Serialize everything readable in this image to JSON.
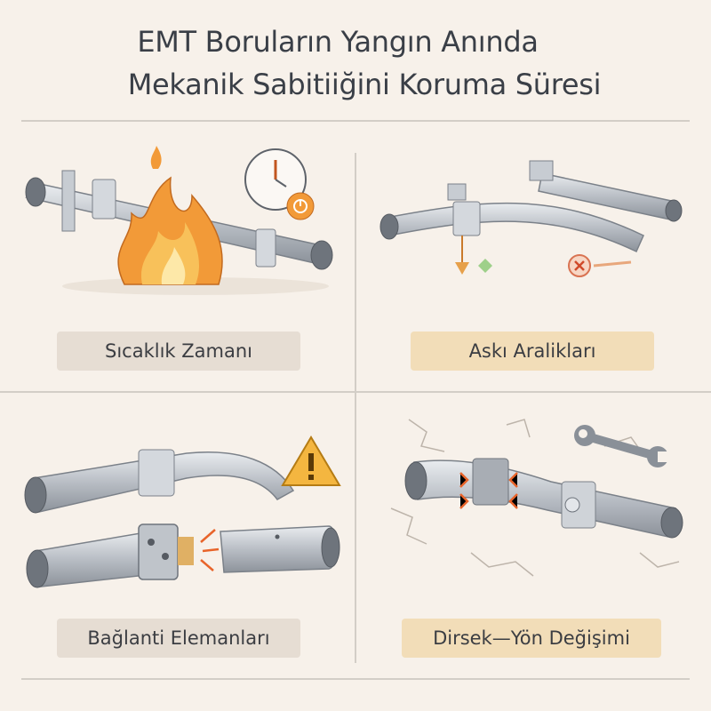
{
  "title": {
    "line1": "EMT Boruların Yangın Anında",
    "line2": "Mekanik Sabitiiğini Koruma Süresi"
  },
  "panels": [
    {
      "label": "Sıcaklık Zamanı"
    },
    {
      "label": "Askı Aralikları"
    },
    {
      "label": "Bağlanti Elemanları"
    },
    {
      "label": "Dirsek—Yön Değişimi"
    }
  ],
  "colors": {
    "background": "#f7f1ea",
    "pipe": "#b9bec5",
    "flame": "#f29a38",
    "warning": "#f4b640",
    "label_gray": "#e6ddd3",
    "label_tan": "#f2ddb8"
  }
}
